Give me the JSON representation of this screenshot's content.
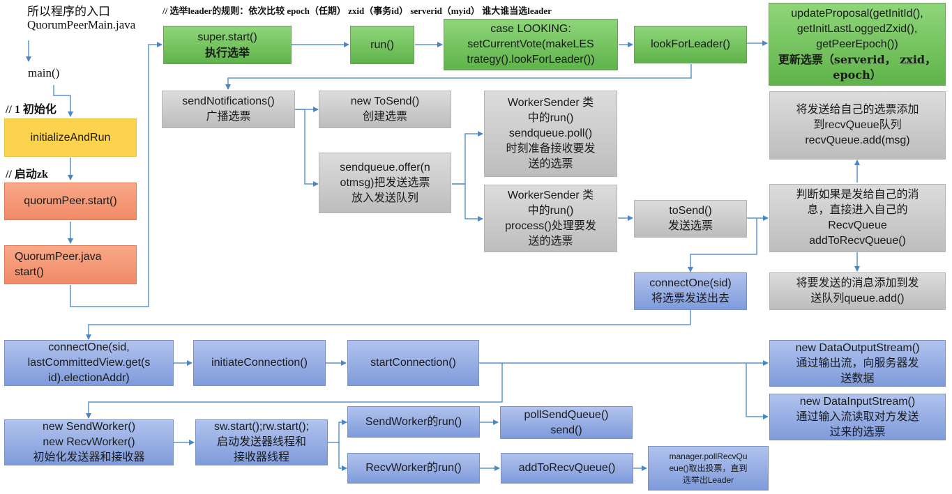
{
  "header": {
    "entry_line1": "所以程序的入口",
    "entry_line2": "QuorumPeerMain.java",
    "main": "main()",
    "rule": "// 选举leader的规则：依次比较 epoch（任期）  zxid（事务id）  serverid（myid）  谁大谁当选leader",
    "init_label": "// 1 初始化",
    "start_label": "// 启动zk"
  },
  "left_column": {
    "initialize": "initializeAndRun",
    "quorum_start": "quorumPeer.start()",
    "quorum_java_line1": "QuorumPeer.java",
    "quorum_java_line2": "start()"
  },
  "top_row": {
    "super_start_line1": "super.start()",
    "super_start_line2": "执行选举",
    "run": "run()",
    "looking_line1": "case LOOKING:",
    "looking_line2": "setCurrentVote(makeLES",
    "looking_line3": "trategy().lookForLeader())",
    "look_for_leader": "lookForLeader()",
    "update_line1": "updateProposal(getInitId(),",
    "update_line2": "getInitLastLoggedZxid(),",
    "update_line3": "getPeerEpoch())",
    "update_line4": "更新选票（serverid， zxid，",
    "update_line5": "epoch）"
  },
  "middle": {
    "send_notifications_line1": "sendNotifications()",
    "send_notifications_line2": "广播选票",
    "new_tosend_line1": "new ToSend()",
    "new_tosend_line2": "创建选票",
    "sendqueue_offer_line1": "sendqueue.offer(n",
    "sendqueue_offer_line2": "otmsg)把发送选票",
    "sendqueue_offer_line3": "放入发送队列",
    "ws_a_line1": "WorkerSender 类",
    "ws_a_line2": "中的run()",
    "ws_a_line3": "sendqueue.poll()",
    "ws_a_line4": "时刻准备接收要发",
    "ws_a_line5": "送的选票",
    "ws_b_line1": "WorkerSender 类",
    "ws_b_line2": "中的run()",
    "ws_b_line3": "process()处理要发",
    "ws_b_line4": "送的选票",
    "tosend_line1": "toSend()",
    "tosend_line2": "发送选票",
    "add_self_line1": "将发送给自己的选票添加",
    "add_self_line2": "到recvQueue队列",
    "add_self_line3": "recvQueue.add(msg)",
    "judge_line1": "判断如果是发给自己的消",
    "judge_line2": "息，直接进入自己的",
    "judge_line3": "RecvQueue",
    "judge_line4": "addToRecvQueue()",
    "add_queue_line1": "将要发送的消息添加到发",
    "add_queue_line2": "送队列queue.add()",
    "connect_one_sid_line1": "connectOne(sid)",
    "connect_one_sid_line2": "将选票发送出去"
  },
  "bottom": {
    "connect_one_line1": "connectOne(sid,",
    "connect_one_line2": "lastCommittedView.get(s",
    "connect_one_line3": "id).electionAddr)",
    "initiate": "initiateConnection()",
    "start_conn": "startConnection()",
    "dos_line1": "new DataOutputStream()",
    "dos_line2": "通过输出流，向服务器发",
    "dos_line3": "送数据",
    "dis_line1": "new DataInputStream()",
    "dis_line2": "通过输入流读取对方发送",
    "dis_line3": "过来的选票",
    "new_workers_line1": "new SendWorker()",
    "new_workers_line2": "new RecvWorker()",
    "new_workers_line3": "初始化发送器和接收器",
    "sw_start_line1": "sw.start();rw.start();",
    "sw_start_line2": "启动发送器线程和",
    "sw_start_line3": "接收器线程",
    "sendworker_run": "SendWorker的run()",
    "poll_send_line1": "pollSendQueue()",
    "poll_send_line2": "send()",
    "recvworker_run": "RecvWorker的run()",
    "add_recv": "addToRecvQueue()",
    "manager_line1": "manager.pollRecvQu",
    "manager_line2": "eue()取出投票，直到",
    "manager_line3": "选举出Leader"
  }
}
